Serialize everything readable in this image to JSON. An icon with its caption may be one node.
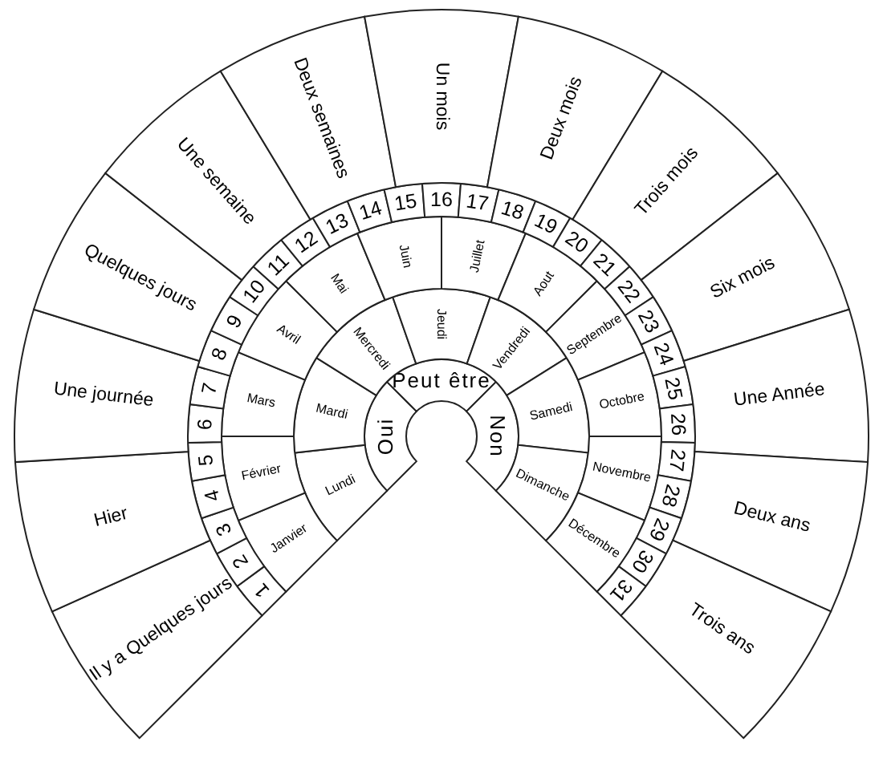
{
  "diagram": {
    "nodes": [
      {
        "text": [
          "Oui"
        ]
      },
      {
        "text": [
          "Peut être"
        ]
      },
      {
        "text": [
          "Non"
        ]
      },
      {
        "text": [
          "Lundi"
        ]
      },
      {
        "text": [
          "Mardi"
        ]
      },
      {
        "text": [
          "Mercredi"
        ]
      },
      {
        "text": [
          "Jeudi"
        ]
      },
      {
        "text": [
          "Vendredi"
        ]
      },
      {
        "text": [
          "Samedi"
        ]
      },
      {
        "text": [
          "Dimanche"
        ]
      },
      {
        "text": [
          "Janvier"
        ]
      },
      {
        "text": [
          "Février"
        ]
      },
      {
        "text": [
          "Mars"
        ]
      },
      {
        "text": [
          "Avril"
        ]
      },
      {
        "text": [
          "Mai"
        ]
      },
      {
        "text": [
          "Juin"
        ]
      },
      {
        "text": [
          "Juillet"
        ]
      },
      {
        "text": [
          "Aout"
        ]
      },
      {
        "text": [
          "Septembre"
        ]
      },
      {
        "text": [
          "Octobre"
        ]
      },
      {
        "text": [
          "Novembre"
        ]
      },
      {
        "text": [
          "Décembre"
        ]
      },
      {
        "text": [
          "1"
        ]
      },
      {
        "text": [
          "2"
        ]
      },
      {
        "text": [
          "3"
        ]
      },
      {
        "text": [
          "4"
        ]
      },
      {
        "text": [
          "5"
        ]
      },
      {
        "text": [
          "6"
        ]
      },
      {
        "text": [
          "7"
        ]
      },
      {
        "text": [
          "8"
        ]
      },
      {
        "text": [
          "9"
        ]
      },
      {
        "text": [
          "10"
        ]
      },
      {
        "text": [
          "11"
        ]
      },
      {
        "text": [
          "12"
        ]
      },
      {
        "text": [
          "13"
        ]
      },
      {
        "text": [
          "14"
        ]
      },
      {
        "text": [
          "15"
        ]
      },
      {
        "text": [
          "16"
        ]
      },
      {
        "text": [
          "17"
        ]
      },
      {
        "text": [
          "18"
        ]
      },
      {
        "text": [
          "19"
        ]
      },
      {
        "text": [
          "20"
        ]
      },
      {
        "text": [
          "21"
        ]
      },
      {
        "text": [
          "22"
        ]
      },
      {
        "text": [
          "23"
        ]
      },
      {
        "text": [
          "24"
        ]
      },
      {
        "text": [
          "25"
        ]
      },
      {
        "text": [
          "26"
        ]
      },
      {
        "text": [
          "27"
        ]
      },
      {
        "text": [
          "28"
        ]
      },
      {
        "text": [
          "29"
        ]
      },
      {
        "text": [
          "30"
        ]
      },
      {
        "text": [
          "31"
        ]
      },
      {
        "text": [
          "Il y a Quelques jours"
        ]
      },
      {
        "text": [
          "Hier"
        ]
      },
      {
        "text": [
          "Une journée"
        ]
      },
      {
        "text": [
          "Quelques jours"
        ]
      },
      {
        "text": [
          "Une semaine"
        ]
      },
      {
        "text": [
          "Deux semaines"
        ]
      },
      {
        "text": [
          "Un mois"
        ]
      },
      {
        "text": [
          "Deux mois"
        ]
      },
      {
        "text": [
          "Trois mois"
        ]
      },
      {
        "text": [
          "Six mois"
        ]
      },
      {
        "text": [
          "Une Année"
        ]
      },
      {
        "text": [
          "Deux ans"
        ]
      },
      {
        "text": [
          "Trois ans"
        ]
      }
    ]
  }
}
